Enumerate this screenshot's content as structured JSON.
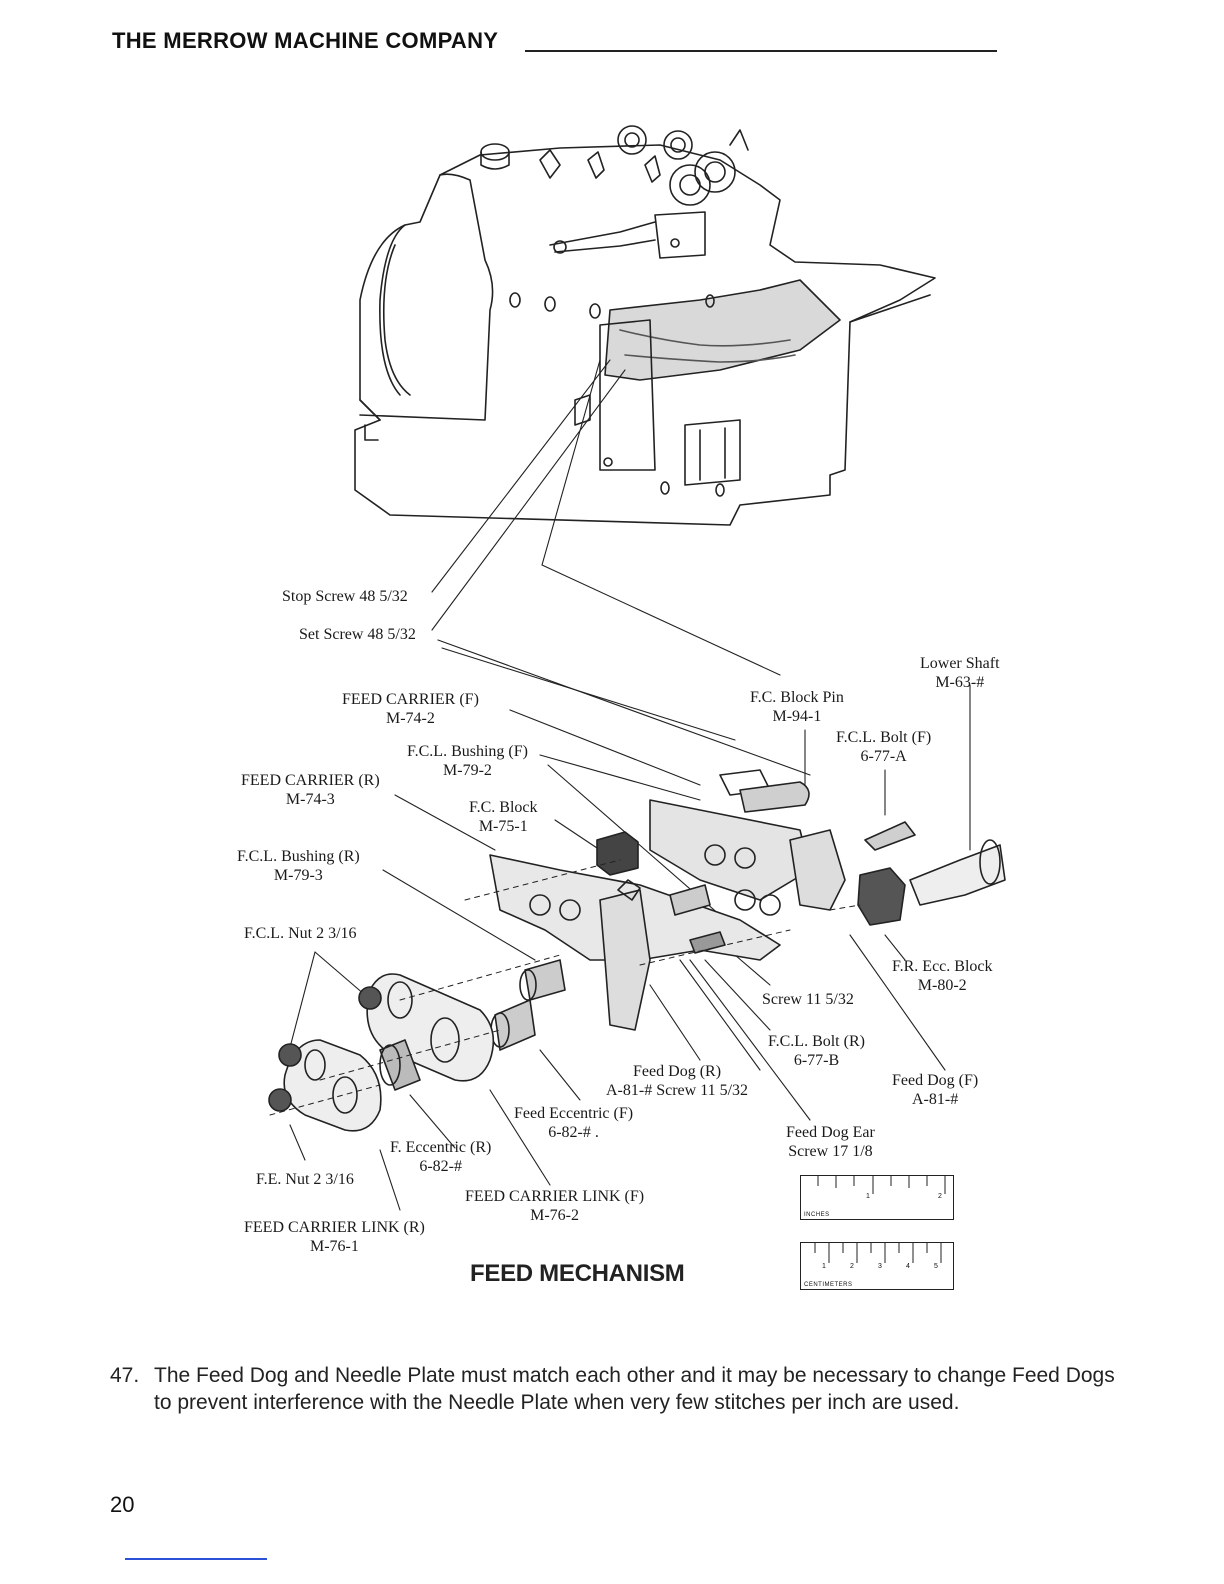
{
  "header": {
    "title": "THE MERROW MACHINE COMPANY"
  },
  "figure": {
    "title": "FEED MECHANISM",
    "labels": [
      {
        "name": "Stop Screw 48 5/32"
      },
      {
        "name": "Set Screw 48 5/32"
      },
      {
        "name": "FEED CARRIER (F)",
        "part": "M-74-2"
      },
      {
        "name": "F.C.L. Bushing (F)",
        "part": "M-79-2"
      },
      {
        "name": "FEED CARRIER (R)",
        "part": "M-74-3"
      },
      {
        "name": "F.C. Block",
        "part": "M-75-1"
      },
      {
        "name": "F.C.L. Bushing (R)",
        "part": "M-79-3"
      },
      {
        "name": "F.C.L. Nut 2 3/16"
      },
      {
        "name": "Lower Shaft",
        "part": "M-63-#"
      },
      {
        "name": "F.C. Block Pin",
        "part": "M-94-1"
      },
      {
        "name": "F.C.L. Bolt (F)",
        "part": "6-77-A"
      },
      {
        "name": "F.R. Ecc. Block",
        "part": "M-80-2"
      },
      {
        "name": "Screw 11 5/32"
      },
      {
        "name": "F.C.L. Bolt (R)",
        "part": "6-77-B"
      },
      {
        "name": "Feed Dog (F)",
        "part": "A-81-#"
      },
      {
        "name": "Feed Dog (R)",
        "part": "A-81-#  Screw 11 5/32"
      },
      {
        "name": "Feed Eccentric (F)",
        "part": "6-82-# ."
      },
      {
        "name": "F. Eccentric (R)",
        "part": "6-82-#"
      },
      {
        "name": "Feed Dog Ear",
        "part": "Screw 17 1/8"
      },
      {
        "name": "F.E. Nut 2 3/16"
      },
      {
        "name": "FEED CARRIER LINK (F)",
        "part": "M-76-2"
      },
      {
        "name": "FEED CARRIER LINK (R)",
        "part": "M-76-1"
      }
    ],
    "rulers": {
      "inches": {
        "caption": "INCHES",
        "marks": [
          "1",
          "2"
        ]
      },
      "centimeters": {
        "caption": "CENTIMETERS",
        "marks": [
          "1",
          "2",
          "3",
          "4",
          "5"
        ]
      }
    }
  },
  "body": {
    "item_number": "47.",
    "text": "The Feed Dog and Needle Plate must match each other and it may be necessary to change Feed Dogs to prevent interference with the Needle Plate when very few stitches per inch are used."
  },
  "page_number": "20"
}
